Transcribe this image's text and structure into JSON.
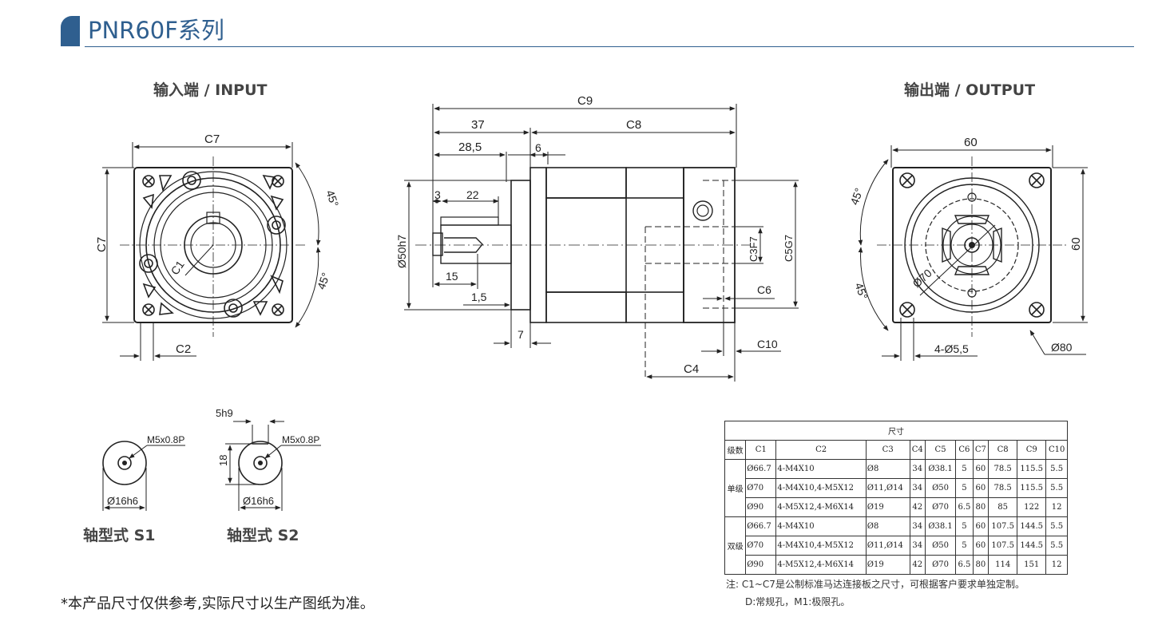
{
  "page_title": "PNR60F系列",
  "labels": {
    "input_head": "输入端 / INPUT",
    "output_head": "输出端 / OUTPUT",
    "shaft_s1": "轴型式 S1",
    "shaft_s2": "轴型式 S2"
  },
  "dims": {
    "c7": "C7",
    "c2": "C2",
    "c1": "C1",
    "deg45": "45°",
    "c9": "C9",
    "d37": "37",
    "c8": "C8",
    "d285": "28,5",
    "d6": "6",
    "d3": "3",
    "d22": "22",
    "d50": "Ø50h7",
    "d15": "15",
    "d15b": "1,5",
    "d7": "7",
    "c3": "C3F7",
    "c5": "C5G7",
    "c6": "C6",
    "c10": "C10",
    "c4": "C4",
    "d60": "60",
    "d70": "Ø70",
    "d455": "4-Ø5,5",
    "d80": "Ø80",
    "d5h9": "5h9",
    "d18": "18",
    "m5": "M5x0.8P",
    "d16": "Ø16h6"
  },
  "table": {
    "caption": "尺寸",
    "headers": [
      "级数",
      "C1",
      "C2",
      "C3",
      "C4",
      "C5",
      "C6",
      "C7",
      "C8",
      "C9",
      "C10"
    ],
    "groups": [
      {
        "stage": "单级",
        "rows": [
          [
            "Ø66.7",
            "4-M4X10",
            "Ø8",
            "34",
            "Ø38.1",
            "5",
            "60",
            "78.5",
            "115.5",
            "5.5"
          ],
          [
            "Ø70",
            "4-M4X10,4-M5X12",
            "Ø11,Ø14",
            "34",
            "Ø50",
            "5",
            "60",
            "78.5",
            "115.5",
            "5.5"
          ],
          [
            "Ø90",
            "4-M5X12,4-M6X14",
            "Ø19",
            "42",
            "Ø70",
            "6.5",
            "80",
            "85",
            "122",
            "12"
          ]
        ]
      },
      {
        "stage": "双级",
        "rows": [
          [
            "Ø66.7",
            "4-M4X10",
            "Ø8",
            "34",
            "Ø38.1",
            "5",
            "60",
            "107.5",
            "144.5",
            "5.5"
          ],
          [
            "Ø70",
            "4-M4X10,4-M5X12",
            "Ø11,Ø14",
            "34",
            "Ø50",
            "5",
            "60",
            "107.5",
            "144.5",
            "5.5"
          ],
          [
            "Ø90",
            "4-M5X12,4-M6X14",
            "Ø19",
            "42",
            "Ø70",
            "6.5",
            "80",
            "114",
            "151",
            "12"
          ]
        ]
      }
    ]
  },
  "notes": {
    "table_note_1": "注:  C1~C7是公制标准马达连接板之尺寸，可根据客户要求单独定制。",
    "table_note_2": "D:常规孔，M1:极限孔。",
    "disclaimer": "*本产品尺寸仅供参考,实际尺寸以生产图纸为准。"
  }
}
